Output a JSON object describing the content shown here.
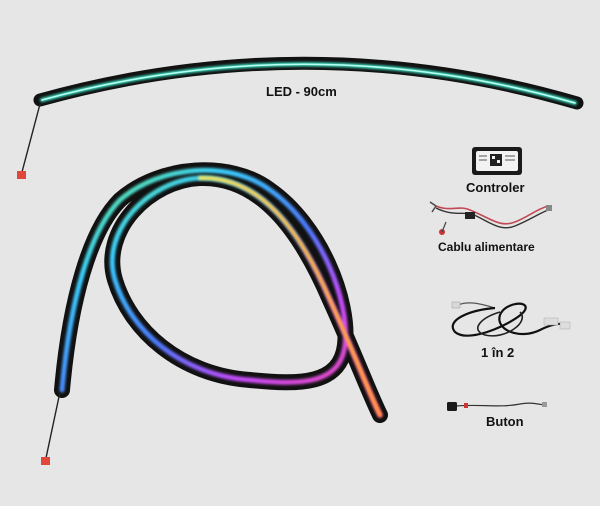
{
  "labels": {
    "led": "LED - 90cm",
    "controller": "Controler",
    "power_cable": "Cablu alimentare",
    "splitter": "1 în 2",
    "button": "Buton"
  },
  "colors": {
    "background": "#e6e6e6",
    "strip_glow_top": "#3fe6c8",
    "strip_body": "#111111",
    "connector_red": "#e0463c",
    "rgb_gradient": [
      "#3ad0ff",
      "#4c7bff",
      "#c64cff",
      "#ff4c9a",
      "#ffb23a",
      "#f7e25a",
      "#6ef06a"
    ]
  }
}
